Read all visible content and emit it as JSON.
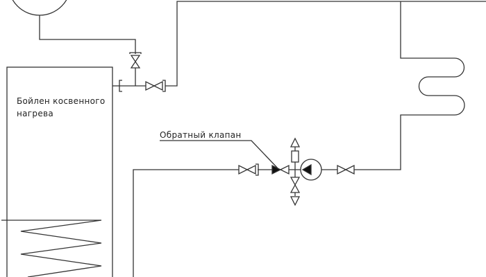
{
  "boiler": {
    "label_line1": "Бойлен косвенного",
    "label_line2": "нагрева"
  },
  "check_valve": {
    "label": "Обратный клапан"
  },
  "colors": {
    "line": "#333333",
    "background": "#ffffff"
  }
}
